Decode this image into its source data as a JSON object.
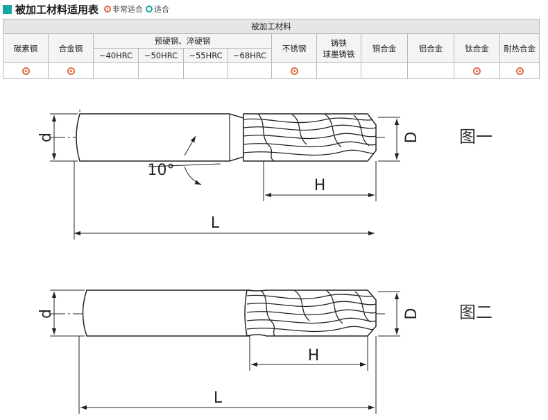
{
  "header": {
    "title": "被加工材料适用表",
    "legend": [
      {
        "label": "非常适合",
        "kind": "very-suitable",
        "color": "#e2683f"
      },
      {
        "label": "适合",
        "kind": "suitable",
        "color": "#18a7a0"
      }
    ]
  },
  "table": {
    "group_header": "被加工材料",
    "columns": {
      "carbon_steel": "碳素钢",
      "alloy_steel": "合金钢",
      "hardened_group": "预硬钢、淬硬钢",
      "hrc40": "~40HRC",
      "hrc50": "~50HRC",
      "hrc55": "~55HRC",
      "hrc68": "~68HRC",
      "stainless": "不锈钢",
      "cast_iron_line1": "铸铁",
      "cast_iron_line2": "球墨铸铁",
      "copper_alloy": "铜合金",
      "aluminum_alloy": "铝合金",
      "titanium_alloy": "钛合金",
      "heat_resistant_alloy": "耐热合金"
    },
    "ratings": [
      "very-suitable",
      "very-suitable",
      "",
      "",
      "",
      "",
      "very-suitable",
      "",
      "",
      "",
      "very-suitable",
      "very-suitable"
    ]
  },
  "figure1": {
    "caption": "图一",
    "labels": {
      "d": "d",
      "D": "D",
      "H": "H",
      "L": "L",
      "angle": "10°"
    }
  },
  "figure2": {
    "caption": "图二",
    "labels": {
      "d": "d",
      "D": "D",
      "H": "H",
      "L": "L"
    }
  },
  "colors": {
    "accent": "#18a7a0",
    "mark": "#e2683f",
    "line": "#222222"
  }
}
